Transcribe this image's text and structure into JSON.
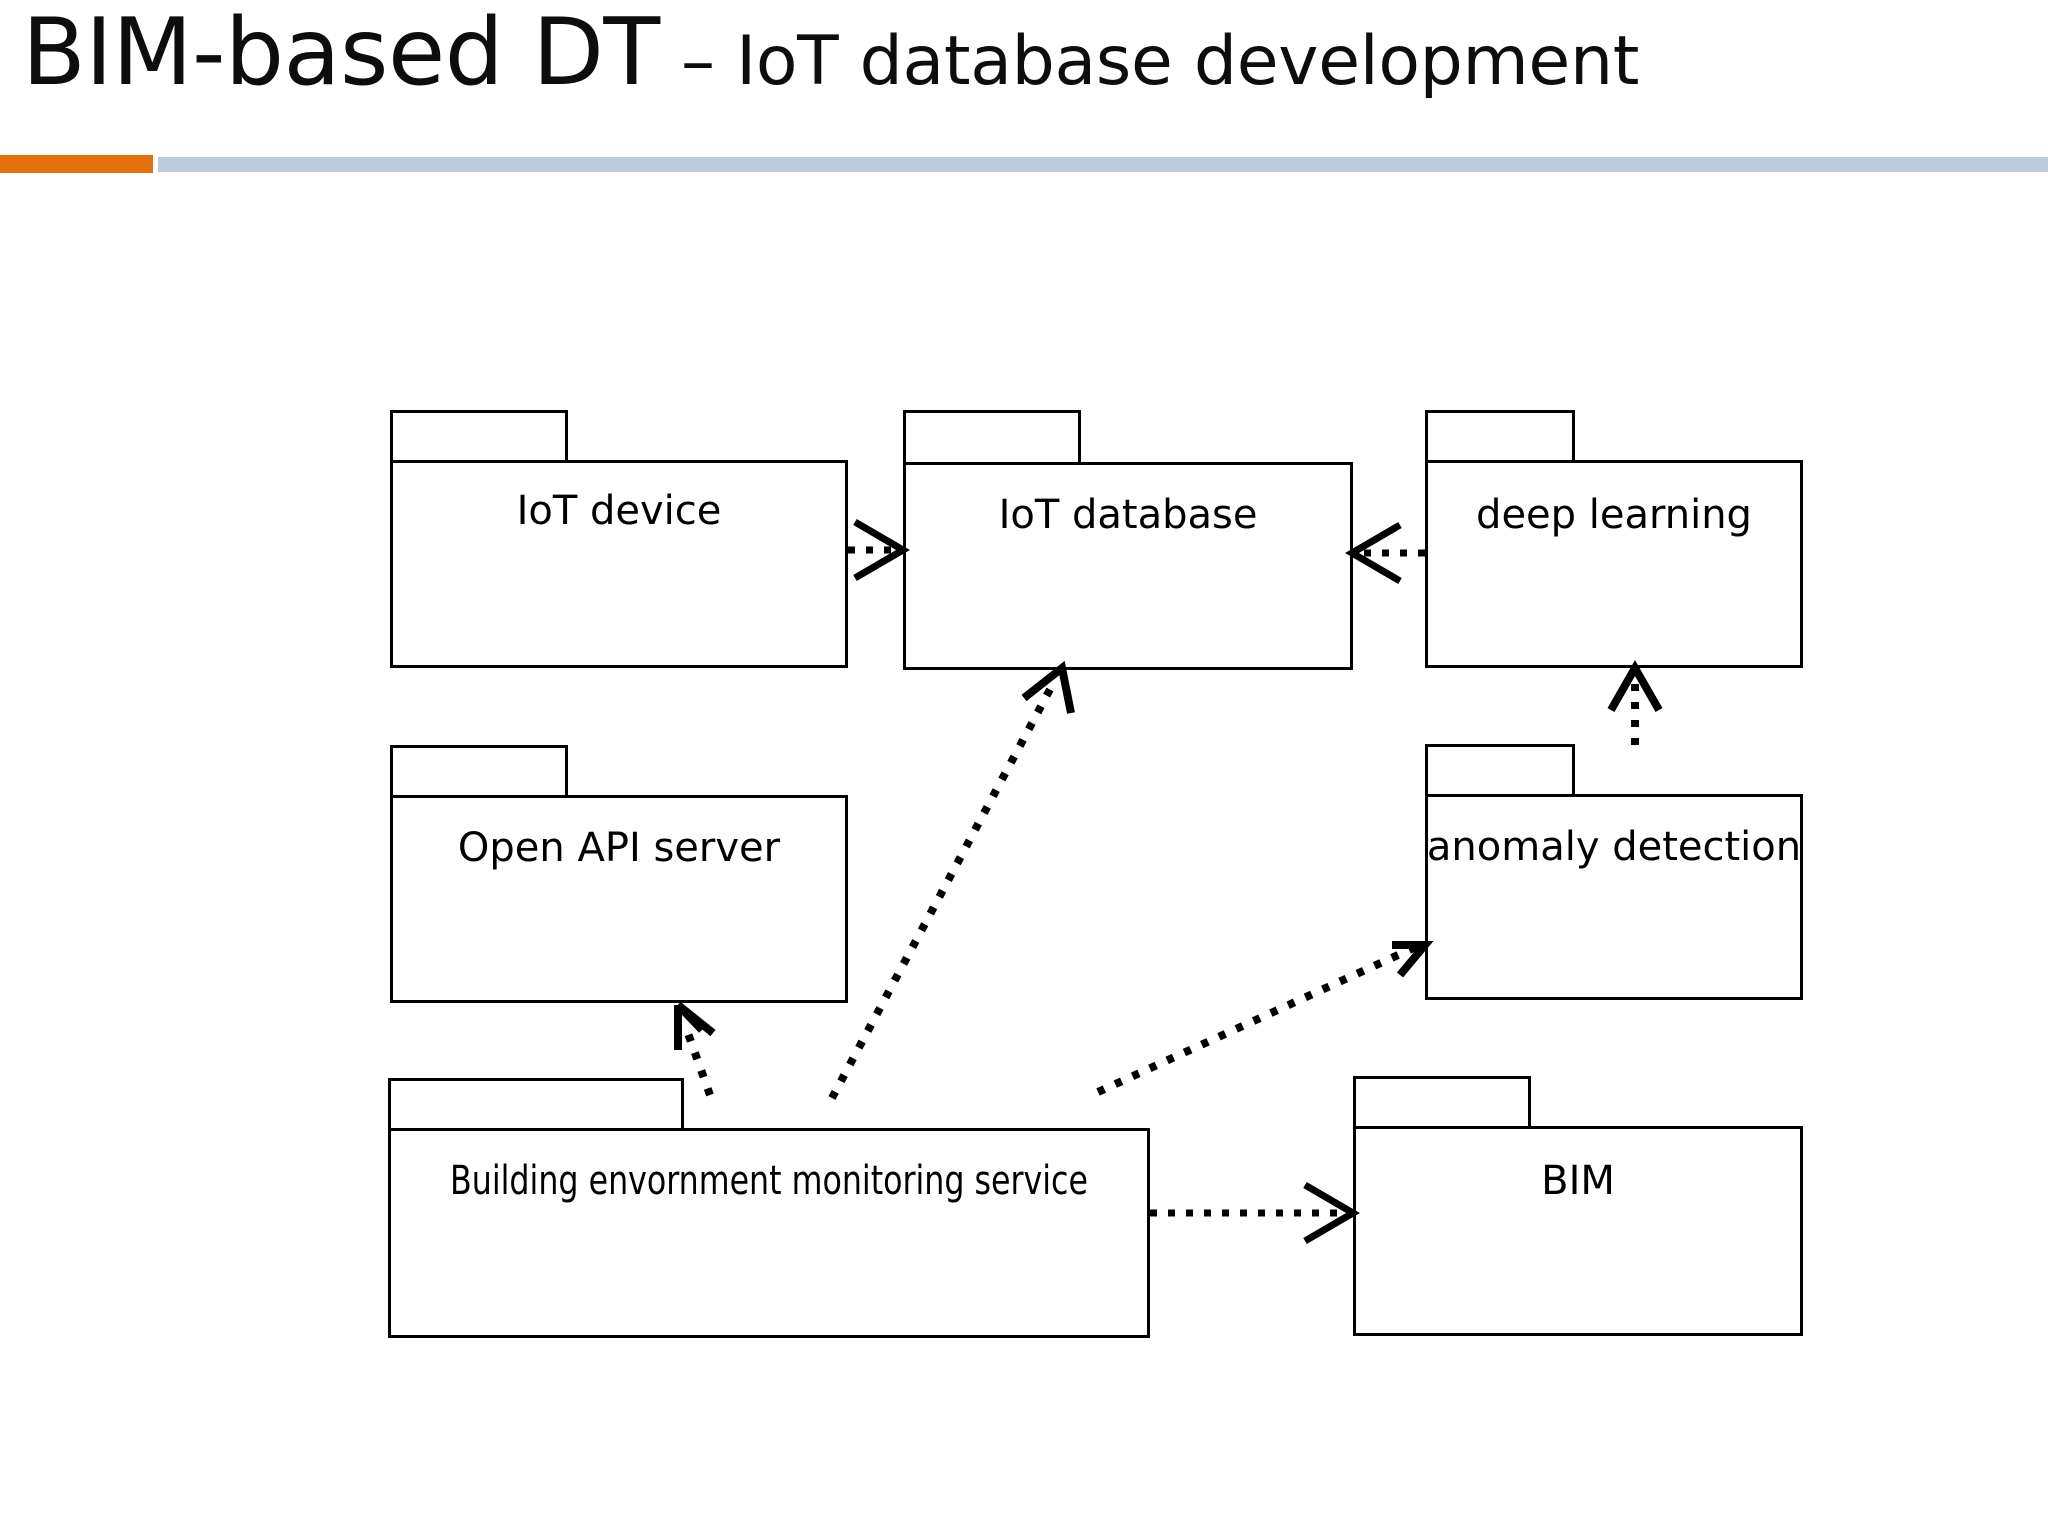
{
  "slide": {
    "title_main": "BIM-based DT",
    "title_sub": " – IoT database development",
    "accent_color": "#E3700A",
    "rule_color": "#BCCCDE",
    "background_color": "#FFFFFF"
  },
  "diagram": {
    "type": "uml-package-diagram",
    "stroke_color": "#000000",
    "fill_color": "#FFFFFF",
    "packages": [
      {
        "id": "iot-device",
        "label": "IoT device"
      },
      {
        "id": "iot-database",
        "label": "IoT database"
      },
      {
        "id": "deep-learning",
        "label": "deep learning"
      },
      {
        "id": "open-api-server",
        "label": "Open API server"
      },
      {
        "id": "anomaly-detection",
        "label": "anomaly detection"
      },
      {
        "id": "building-service",
        "label": "Building envornment monitoring service"
      },
      {
        "id": "bim",
        "label": "BIM"
      }
    ],
    "dependencies": [
      {
        "from": "iot-device",
        "to": "iot-database",
        "style": "dotted",
        "arrowhead": "open"
      },
      {
        "from": "deep-learning",
        "to": "iot-database",
        "style": "dotted",
        "arrowhead": "open"
      },
      {
        "from": "building-service",
        "to": "iot-database",
        "style": "dotted",
        "arrowhead": "open"
      },
      {
        "from": "building-service",
        "to": "open-api-server",
        "style": "dotted",
        "arrowhead": "open"
      },
      {
        "from": "building-service",
        "to": "bim",
        "style": "dotted",
        "arrowhead": "open"
      },
      {
        "from": "bim",
        "to": "anomaly-detection",
        "style": "dotted",
        "arrowhead": "open"
      },
      {
        "from": "anomaly-detection",
        "to": "deep-learning",
        "style": "dotted",
        "arrowhead": "open"
      }
    ]
  }
}
